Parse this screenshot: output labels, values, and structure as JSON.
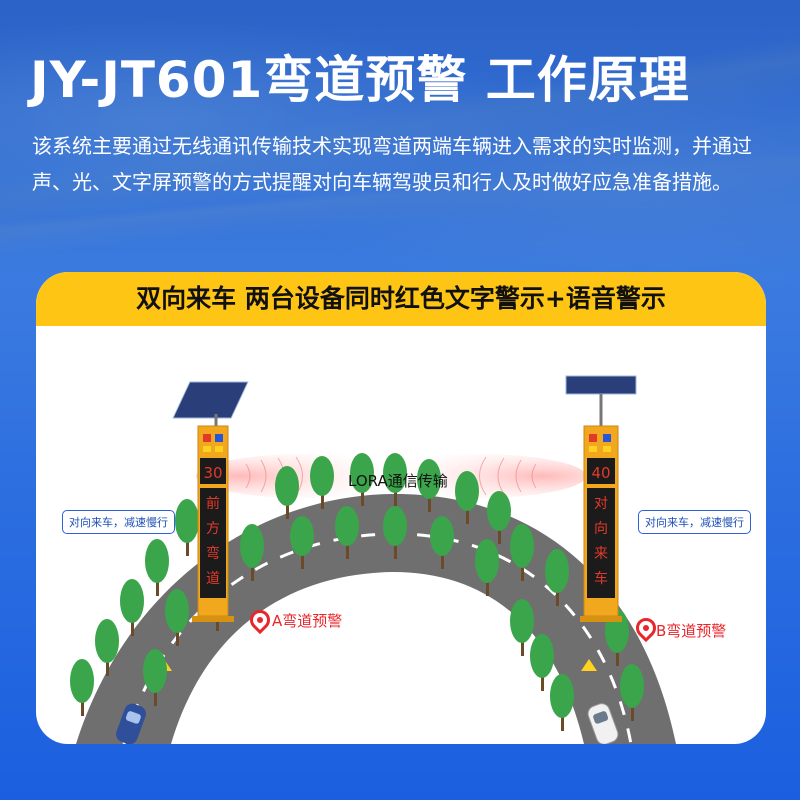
{
  "page": {
    "title": "JY-JT601弯道预警 工作原理",
    "description": "该系统主要通过无线通讯传输技术实现弯道两端车辆进入需求的实时监测，并通过声、光、文字屏预警的方式提醒对向车辆驾驶员和行人及时做好应急准备措施。"
  },
  "card": {
    "banner": "双向来车  两台设备同时红色文字警示+语音警示",
    "lora_label": "LORA通信传输",
    "left_device": {
      "speech": "对向来车，减速慢行",
      "speed": "30",
      "sign_chars": [
        "前",
        "方",
        "弯",
        "道"
      ],
      "location_label": "A弯道预警"
    },
    "right_device": {
      "speech": "对向来车，减速慢行",
      "speed": "40",
      "sign_chars": [
        "对",
        "向",
        "来",
        "车"
      ],
      "location_label": "B弯道预警"
    }
  },
  "colors": {
    "background_blue": "#2d6fe0",
    "banner_yellow": "#ffc515",
    "pole_orange": "#f2a81e",
    "sign_red": "#e23a2a",
    "road_gray": "#6f6f6f",
    "tree_green": "#3aa54a",
    "pin_red": "#e8262b"
  }
}
